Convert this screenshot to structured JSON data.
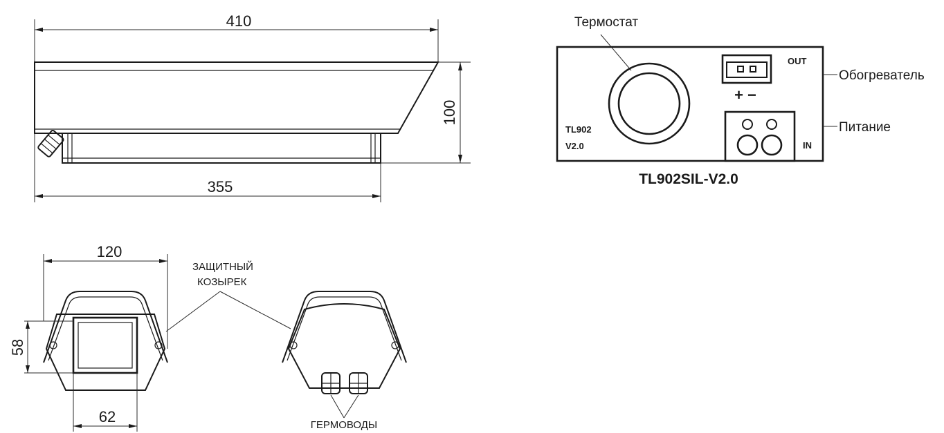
{
  "side_view": {
    "dim_top": "410",
    "dim_bottom": "355",
    "dim_right": "100"
  },
  "front_view": {
    "dim_width": "120",
    "dim_height": "58",
    "dim_window": "62"
  },
  "callouts": {
    "visor_line1": "ЗАЩИТНЫЙ",
    "visor_line2": "КОЗЫРЕК",
    "glands": "ГЕРМОВОДЫ"
  },
  "board": {
    "thermostat_label": "Термостат",
    "heater_label": "Обогреватель",
    "power_label": "Питание",
    "out_label": "OUT",
    "in_label": "IN",
    "polarity": "+ −",
    "model_line1": "TL902",
    "model_line2": "V2.0",
    "caption": "TL902SIL-V2.0"
  }
}
